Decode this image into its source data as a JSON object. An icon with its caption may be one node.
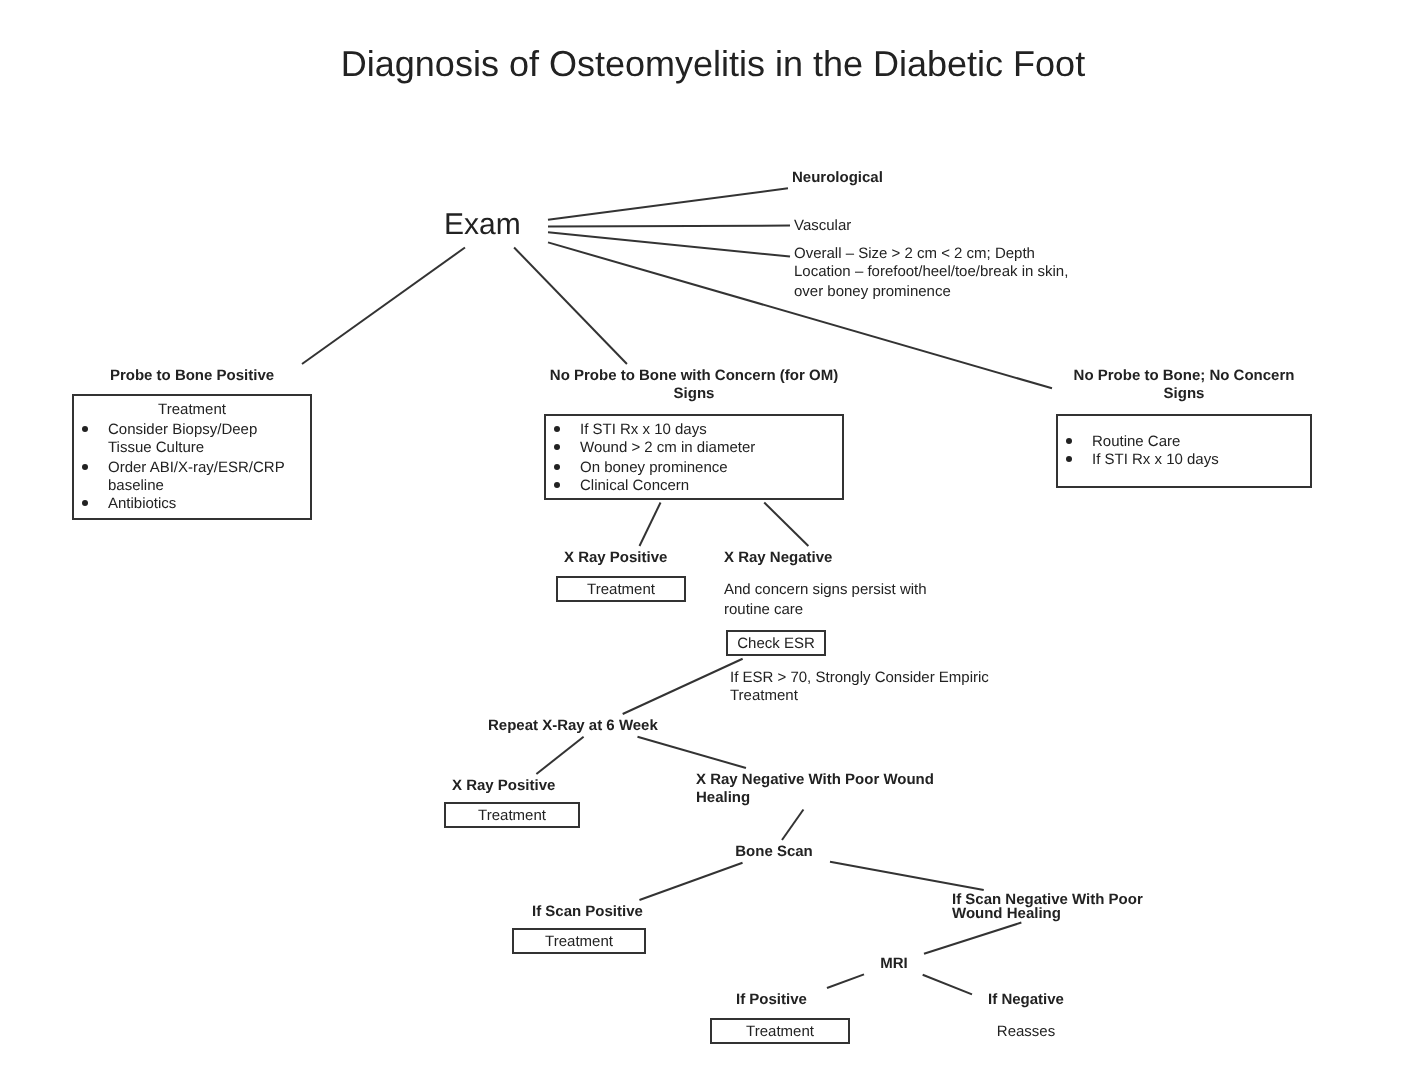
{
  "diagram": {
    "title": "Diagnosis of Osteomyelitis in the Diabetic  Foot",
    "nodes": [
      {
        "text": [
          "Exam"
        ]
      },
      {
        "text": [
          "Neurological"
        ]
      },
      {
        "text": [
          "Vascular"
        ]
      },
      {
        "text": [
          "Overall – Size > 2 cm < 2 cm; Depth",
          "Location – forefoot/heel/toe/break in skin, over boney prominence"
        ]
      },
      {
        "text": [
          "Probe to Bone Positive",
          "Treatment",
          "Consider Biopsy/Deep Tissue Culture",
          "Order ABI/X-ray/ESR/CRP baseline",
          "Antibiotics"
        ]
      },
      {
        "text": [
          "No Probe to Bone with Concern (for OM) Signs",
          "If STI Rx x 10 days",
          "Wound > 2 cm in diameter",
          "On boney prominence",
          "Clinical Concern"
        ]
      },
      {
        "text": [
          "No Probe to Bone; No Concern Signs",
          "Routine Care",
          "If STI Rx x 10 days"
        ]
      },
      {
        "text": [
          "X Ray Positive"
        ]
      },
      {
        "text": [
          "Treatment"
        ]
      },
      {
        "text": [
          "X Ray Negative",
          "And concern signs persist with routine care"
        ]
      },
      {
        "text": [
          "Check ESR"
        ],
        "beside": [
          "If ESR > 70, Strongly Consider Empiric Treatment"
        ]
      },
      {
        "text": [
          "Repeat X-Ray at 6 Week"
        ]
      },
      {
        "text": [
          "X Ray Positive"
        ]
      },
      {
        "text": [
          "Treatment"
        ]
      },
      {
        "text": [
          "X Ray Negative With Poor Wound Healing"
        ]
      },
      {
        "text": [
          "Bone Scan"
        ]
      },
      {
        "text": [
          "If Scan Positive"
        ]
      },
      {
        "text": [
          "Treatment"
        ]
      },
      {
        "text": [
          "If Scan Negative With Poor Wound Healing"
        ]
      },
      {
        "text": [
          "MRI"
        ]
      },
      {
        "text": [
          "If Positive"
        ]
      },
      {
        "text": [
          "Treatment"
        ]
      },
      {
        "text": [
          "If Negative",
          "Reasses"
        ]
      }
    ],
    "edges": [
      {
        "from": 0,
        "to": 1,
        "arrow": "none"
      },
      {
        "from": 0,
        "to": 2,
        "arrow": "none"
      },
      {
        "from": 0,
        "to": 3,
        "arrow": "none"
      },
      {
        "from": 0,
        "to": 4,
        "arrow": "none"
      },
      {
        "from": 0,
        "to": 5,
        "arrow": "none"
      },
      {
        "from": 0,
        "to": 6,
        "arrow": "none"
      },
      {
        "from": 5,
        "to": 7,
        "arrow": "none"
      },
      {
        "from": 5,
        "to": 9,
        "arrow": "none"
      },
      {
        "from": 10,
        "to": 11,
        "arrow": "none"
      },
      {
        "from": 11,
        "to": 12,
        "arrow": "none"
      },
      {
        "from": 11,
        "to": 14,
        "arrow": "none"
      },
      {
        "from": 14,
        "to": 15,
        "arrow": "none"
      },
      {
        "from": 15,
        "to": 16,
        "arrow": "none"
      },
      {
        "from": 15,
        "to": 18,
        "arrow": "none"
      },
      {
        "from": 18,
        "to": 19,
        "arrow": "none"
      },
      {
        "from": 19,
        "to": 20,
        "arrow": "none"
      },
      {
        "from": 19,
        "to": 22,
        "arrow": "none"
      }
    ]
  }
}
